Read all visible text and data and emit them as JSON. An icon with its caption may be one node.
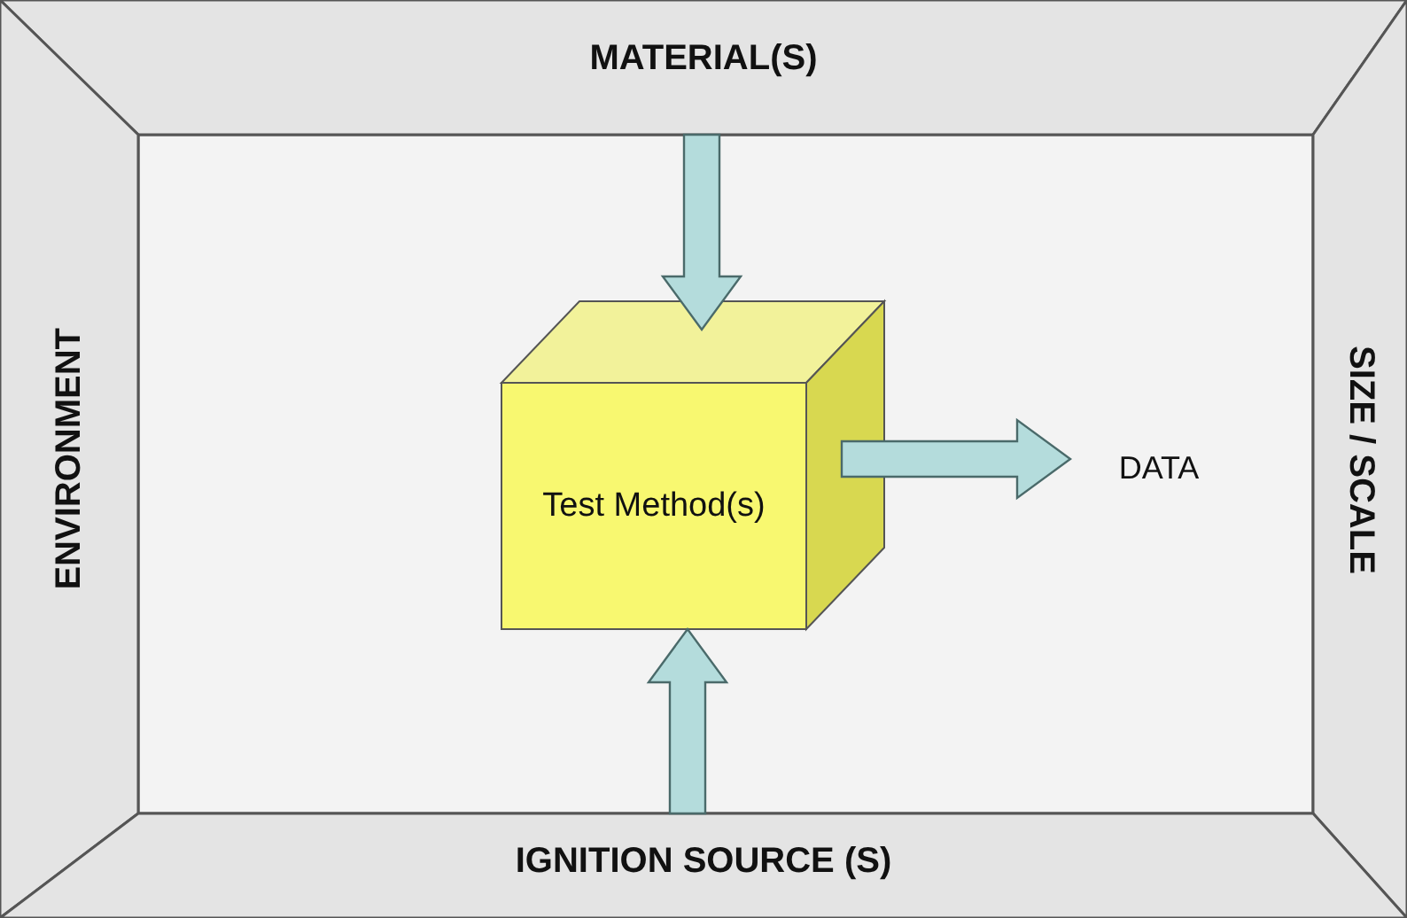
{
  "diagram": {
    "nodes": [
      {
        "text": [
          "MATERIAL(S)"
        ]
      },
      {
        "text": [
          "ENVIRONMENT"
        ]
      },
      {
        "text": [
          "SIZE / SCALE"
        ]
      },
      {
        "text": [
          "IGNITION SOURCE (S)"
        ]
      },
      {
        "text": [
          "Test Method(s)"
        ]
      },
      {
        "text": [
          "DATA"
        ]
      }
    ],
    "edges": [
      {
        "from": 0,
        "to": 4,
        "arrow": "to"
      },
      {
        "from": 3,
        "to": 4,
        "arrow": "to"
      },
      {
        "from": 4,
        "to": 5,
        "arrow": "to"
      }
    ]
  }
}
